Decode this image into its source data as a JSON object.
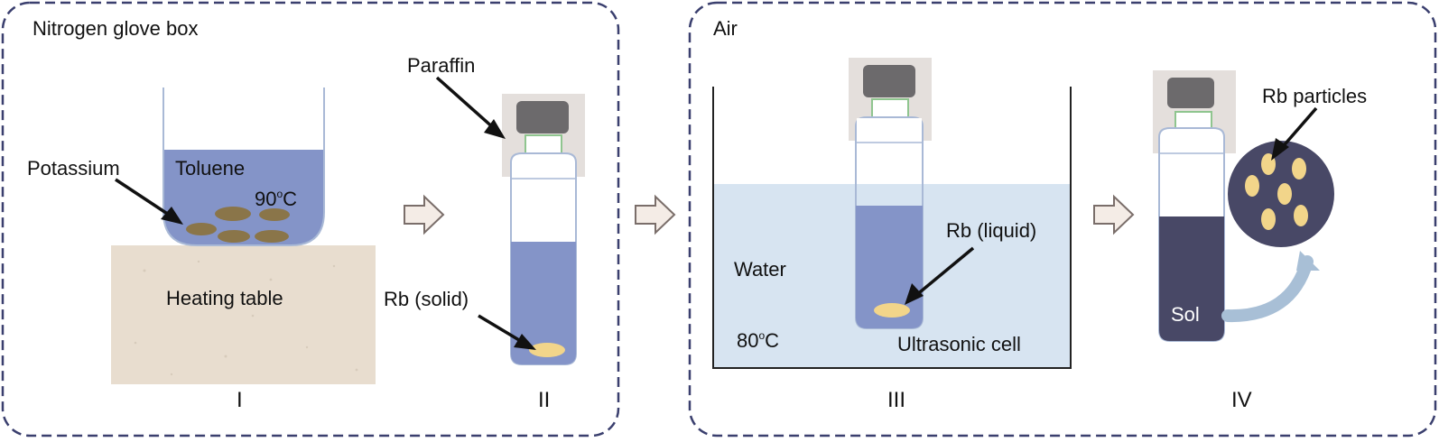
{
  "panels": {
    "glovebox": {
      "title": "Nitrogen glove box"
    },
    "air": {
      "title": "Air"
    }
  },
  "labels": {
    "potassium": "Potassium",
    "toluene": "Toluene",
    "temp_toluene": "90",
    "heating_table": "Heating table",
    "paraffin": "Paraffin",
    "rb_solid": "Rb (solid)",
    "water": "Water",
    "temp_water": "80",
    "rb_liquid": "Rb (liquid)",
    "ultrasonic_cell": "Ultrasonic cell",
    "sol": "Sol",
    "rb_particles": "Rb particles",
    "degree_unit": "C",
    "degree_mark": "o"
  },
  "steps": [
    "I",
    "II",
    "III",
    "IV"
  ],
  "colors": {
    "panel_border": "#3a3f6e",
    "toluene_blue": "#8494c8",
    "water_blue": "#d7e4f1",
    "heating_table": "#e8ddcf",
    "potassium": "#8a7549",
    "rb_gold": "#f2d58a",
    "cap": "#e4dfdc",
    "cap_inner": "#6c6a6c",
    "sol_dark": "#484866",
    "arrow_fill": "#f4ece6"
  }
}
